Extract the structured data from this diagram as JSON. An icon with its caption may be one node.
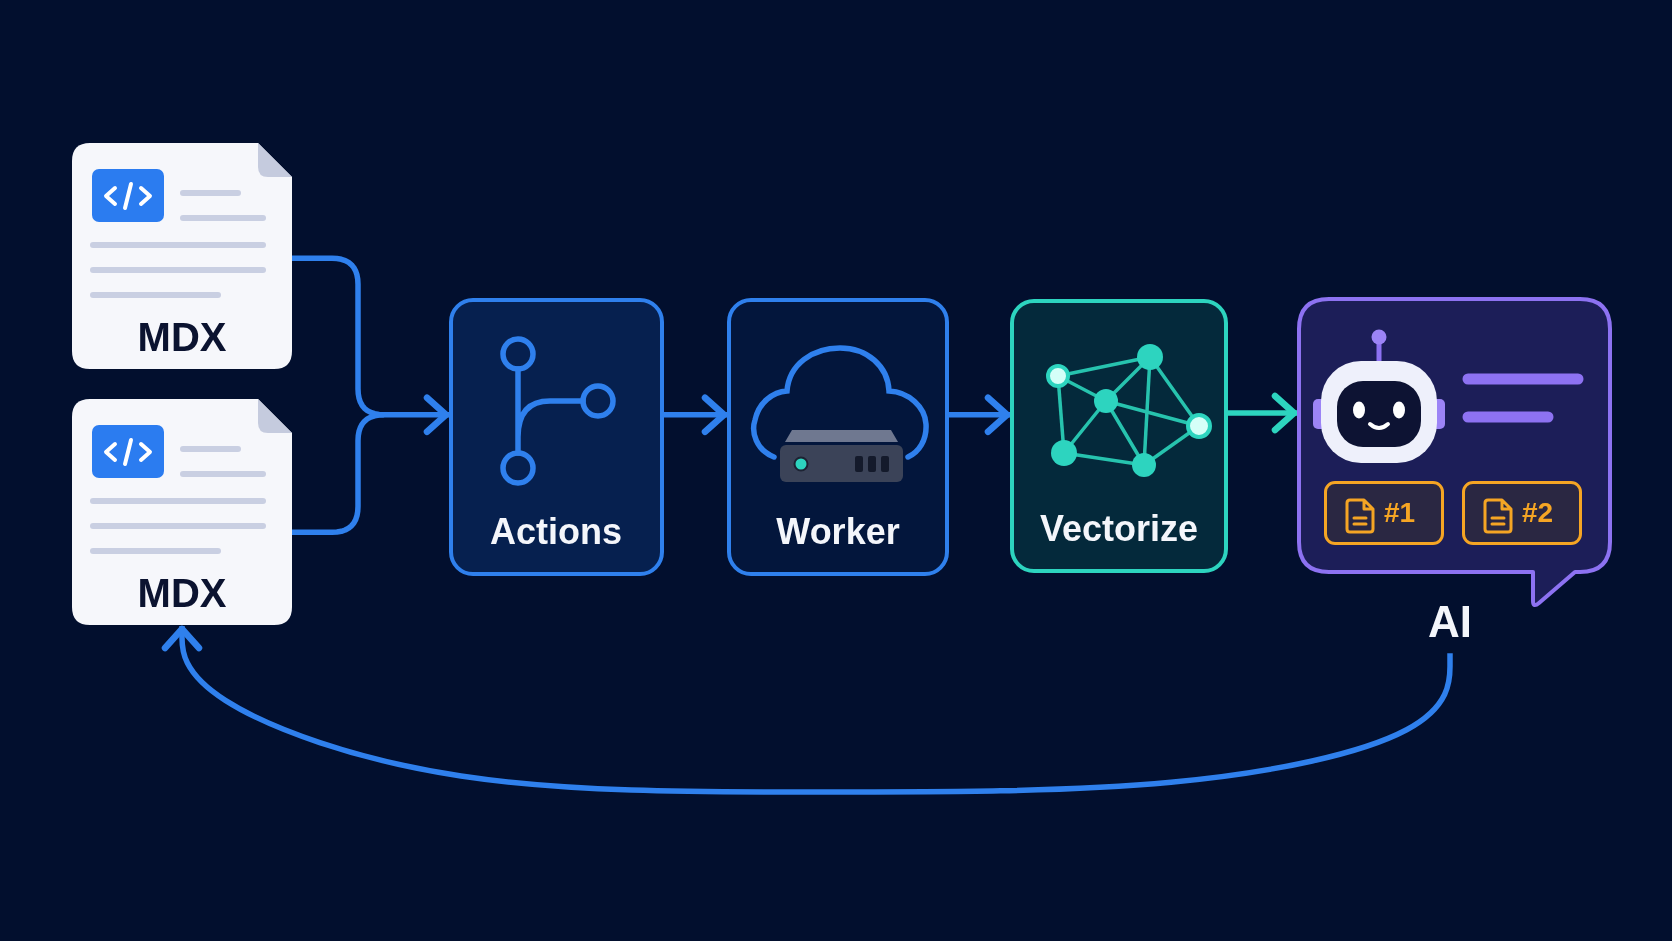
{
  "diagram": {
    "nodes": [
      {
        "text": [
          "MDX"
        ]
      },
      {
        "text": [
          "MDX"
        ]
      },
      {
        "text": [
          "Actions"
        ]
      },
      {
        "text": [
          "Worker"
        ]
      },
      {
        "text": [
          "Vectorize"
        ]
      },
      {
        "text": [
          "AI"
        ]
      },
      {
        "text": [
          "#1"
        ],
        "in": 5
      },
      {
        "text": [
          "#2"
        ],
        "in": 5
      }
    ],
    "edges": [
      {
        "from": 0,
        "to": 2,
        "arrow": "to"
      },
      {
        "from": 1,
        "to": 2,
        "arrow": "to"
      },
      {
        "from": 2,
        "to": 3,
        "arrow": "to"
      },
      {
        "from": 3,
        "to": 4,
        "arrow": "to"
      },
      {
        "from": 4,
        "to": 5,
        "arrow": "to",
        "color": "#2dd4bf"
      },
      {
        "from": 5,
        "to": 1,
        "arrow": "to"
      }
    ]
  }
}
